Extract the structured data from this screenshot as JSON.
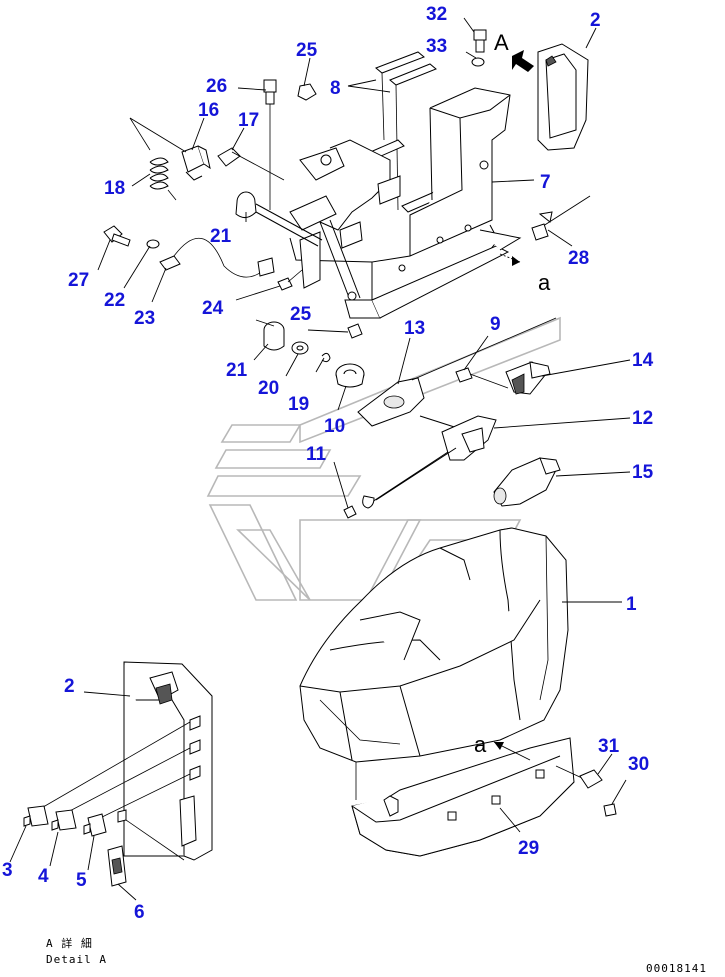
{
  "callouts": {
    "c1": "1",
    "c2a": "2",
    "c2b": "2",
    "c3": "3",
    "c4": "4",
    "c5": "5",
    "c6": "6",
    "c7": "7",
    "c8": "8",
    "c9": "9",
    "c10": "10",
    "c11": "11",
    "c12": "12",
    "c13": "13",
    "c14": "14",
    "c15": "15",
    "c16": "16",
    "c17": "17",
    "c18": "18",
    "c19": "19",
    "c20": "20",
    "c21a": "21",
    "c21b": "21",
    "c22": "22",
    "c23": "23",
    "c24": "24",
    "c25a": "25",
    "c25b": "25",
    "c26": "26",
    "c27": "27",
    "c28": "28",
    "c29": "29",
    "c30": "30",
    "c31": "31",
    "c32": "32",
    "c33": "33"
  },
  "view_markers": {
    "view_a": "A",
    "arrow_a_top": "a",
    "arrow_a_bottom": "a"
  },
  "detail_label": {
    "japanese": "A 詳 細",
    "english": "Detail A"
  },
  "drawing_number": "00018141",
  "colors": {
    "callout": "#1515d8",
    "line": "#000000",
    "watermark": "#b8b8b8"
  }
}
